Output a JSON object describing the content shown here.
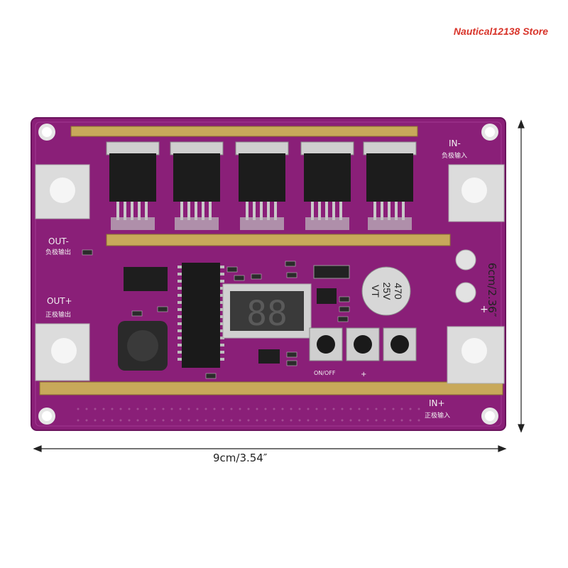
{
  "watermark": "Nautical12138 Store",
  "dimensions": {
    "width_label": "9cm/3.54″",
    "height_label": "6cm/2.36″"
  },
  "board": {
    "labels": {
      "out_neg": "OUT-",
      "out_neg_cn": "负极输出",
      "out_pos": "OUT+",
      "out_pos_cn": "正极输出",
      "in_neg": "IN-",
      "in_neg_cn": "负极输入",
      "in_pos": "IN+",
      "in_pos_cn": "正极输入",
      "on_off": "ON/OFF",
      "plus": "+",
      "plus_right": "+"
    },
    "capacitor": {
      "line1": "470",
      "line2": "25V",
      "line3": "VT"
    },
    "display_reading": "88",
    "colors": {
      "pcb": "#8a1f78",
      "copper_bar": "#c8a95a",
      "pad": "#dcdcdc"
    }
  }
}
